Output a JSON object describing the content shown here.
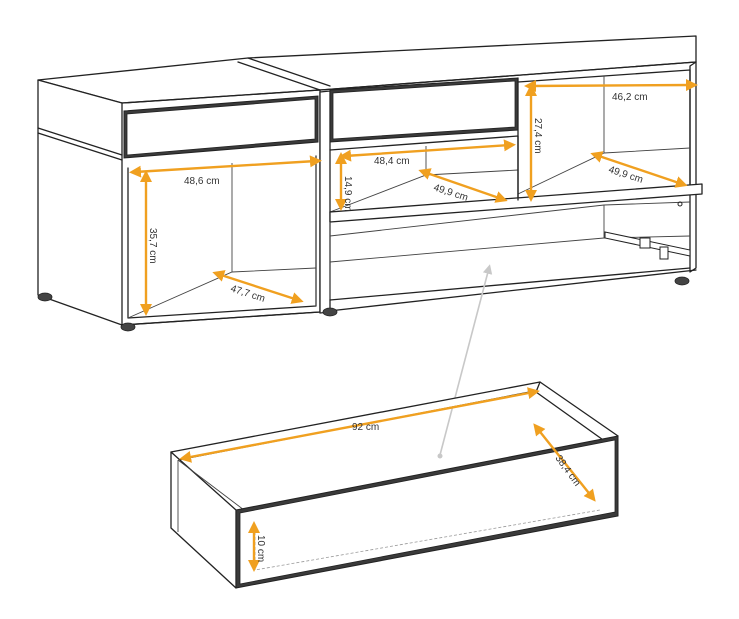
{
  "colors": {
    "dimension_line": "#f0a020",
    "outline": "#222222",
    "drawer_front": "#3a3a3a",
    "pointer_arrow": "#c8c8c8"
  },
  "dimensions": {
    "left_depth": "48,6 cm",
    "left_height": "35,7 cm",
    "left_bottom_depth": "47,7 cm",
    "middle_width": "48,4 cm",
    "middle_height": "14,9 cm",
    "middle_depth": "49,9 cm",
    "right_width": "46,2 cm",
    "right_height": "27,4 cm",
    "right_depth": "49,9 cm",
    "drawer_length": "92 cm",
    "drawer_depth": "38,4 cm",
    "drawer_height": "10 cm"
  }
}
